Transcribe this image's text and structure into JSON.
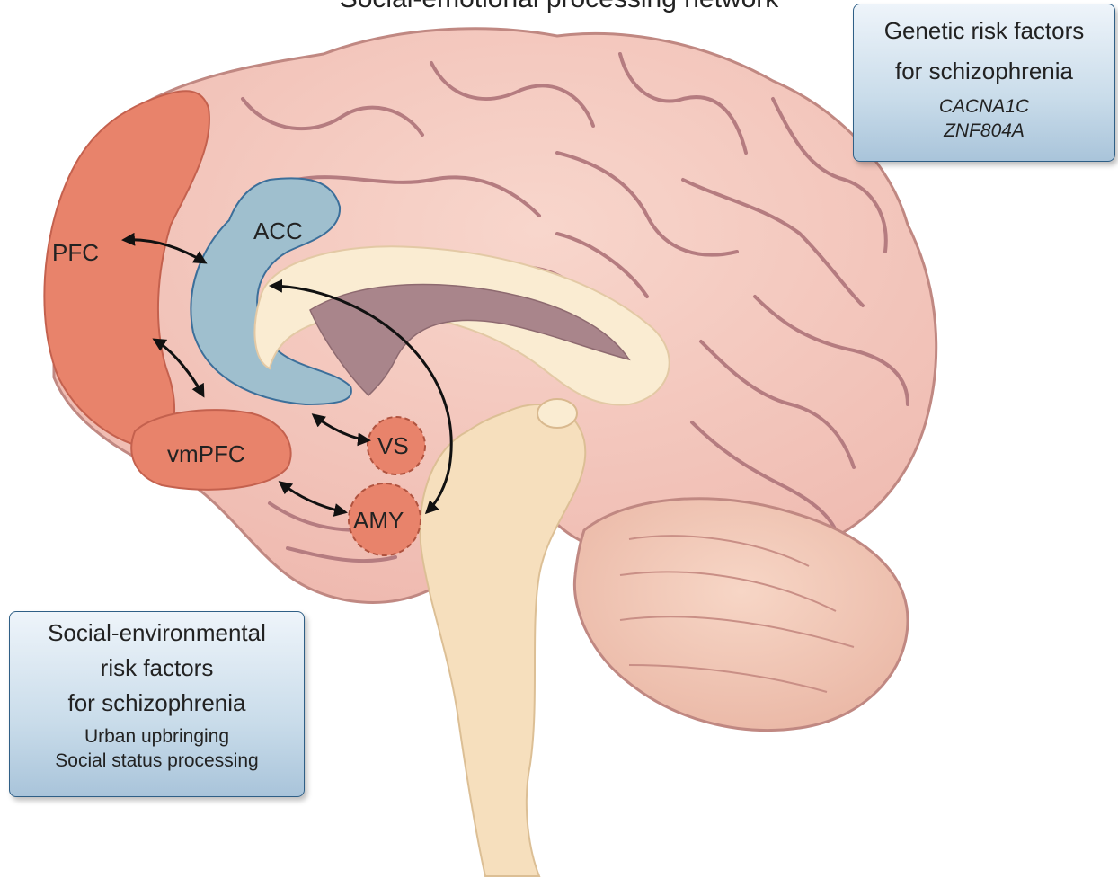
{
  "title": "Social-emotional processing network",
  "regions": {
    "pfc": "PFC",
    "acc": "ACC",
    "vmpfc": "vmPFC",
    "vs": "VS",
    "amy": "AMY"
  },
  "genetic_box": {
    "title_line1": "Genetic risk factors",
    "title_line2": "for schizophrenia",
    "items": [
      "CACNA1C",
      "ZNF804A"
    ]
  },
  "social_box": {
    "title_line1": "Social-environmental",
    "title_line2": "risk factors",
    "title_line3": "for schizophrenia",
    "items": [
      "Urban upbringing",
      "Social status processing"
    ]
  },
  "colors": {
    "cortex": "#f2c4bb",
    "gyri_line": "#b57c80",
    "pfc": "#e8836b",
    "acc": "#9fbfce",
    "corpus_callosum": "#faecd2",
    "brainstem": "#f6dfbd",
    "cerebellum": "#f0c6b4",
    "box_border": "#2f5f86"
  }
}
